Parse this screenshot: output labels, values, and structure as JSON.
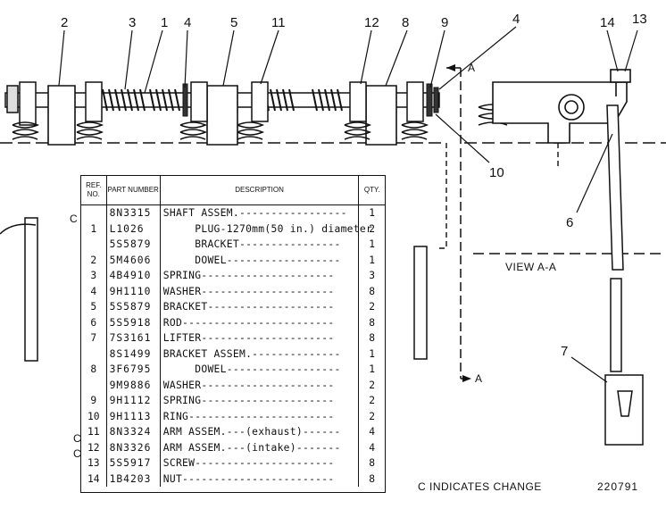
{
  "callouts": [
    "2",
    "3",
    "1",
    "4",
    "5",
    "11",
    "12",
    "8",
    "9",
    "4",
    "14",
    "13",
    "10",
    "6",
    "7"
  ],
  "section_marker": "A",
  "view_label": "VIEW A-A",
  "table": {
    "headers": {
      "ref": "REF. NO.",
      "part": "PART NUMBER",
      "description": "DESCRIPTION",
      "qty": "QTY."
    },
    "rows": [
      {
        "ref": "",
        "part": "8N3315",
        "desc": "SHAFT ASSEM.-----------------",
        "qty": "1"
      },
      {
        "ref": "1",
        "part": "L1026",
        "desc": "     PLUG-1270mm(50 in.) diameter",
        "qty": "2"
      },
      {
        "ref": "",
        "part": "5S5879",
        "desc": "     BRACKET----------------",
        "qty": "1"
      },
      {
        "ref": "2",
        "part": "5M4606",
        "desc": "     DOWEL------------------",
        "qty": "1"
      },
      {
        "ref": "3",
        "part": "4B4910",
        "desc": "SPRING---------------------",
        "qty": "3"
      },
      {
        "ref": "4",
        "part": "9H1110",
        "desc": "WASHER---------------------",
        "qty": "8"
      },
      {
        "ref": "5",
        "part": "5S5879",
        "desc": "BRACKET--------------------",
        "qty": "2"
      },
      {
        "ref": "6",
        "part": "5S5918",
        "desc": "ROD------------------------",
        "qty": "8"
      },
      {
        "ref": "7",
        "part": "7S3161",
        "desc": "LIFTER---------------------",
        "qty": "8"
      },
      {
        "ref": "",
        "part": "8S1499",
        "desc": "BRACKET ASSEM.--------------",
        "qty": "1"
      },
      {
        "ref": "8",
        "part": "3F6795",
        "desc": "     DOWEL------------------",
        "qty": "1"
      },
      {
        "ref": "",
        "part": "9M9886",
        "desc": "WASHER---------------------",
        "qty": "2"
      },
      {
        "ref": "9",
        "part": "9H1112",
        "desc": "SPRING---------------------",
        "qty": "2"
      },
      {
        "ref": "10",
        "part": "9H1113",
        "desc": "RING-----------------------",
        "qty": "2"
      },
      {
        "ref": "11",
        "part": "8N3324",
        "desc": "ARM ASSEM.---(exhaust)------",
        "qty": "4"
      },
      {
        "ref": "12",
        "part": "8N3326",
        "desc": "ARM ASSEM.---(intake)-------",
        "qty": "4"
      },
      {
        "ref": "13",
        "part": "5S5917",
        "desc": "SCREW----------------------",
        "qty": "8"
      },
      {
        "ref": "14",
        "part": "1B4203",
        "desc": "NUT------------------------",
        "qty": "8"
      }
    ],
    "change_markers": [
      "C",
      "C",
      "C"
    ]
  },
  "footer_note": "C INDICATES CHANGE",
  "drawing_number": "220791"
}
